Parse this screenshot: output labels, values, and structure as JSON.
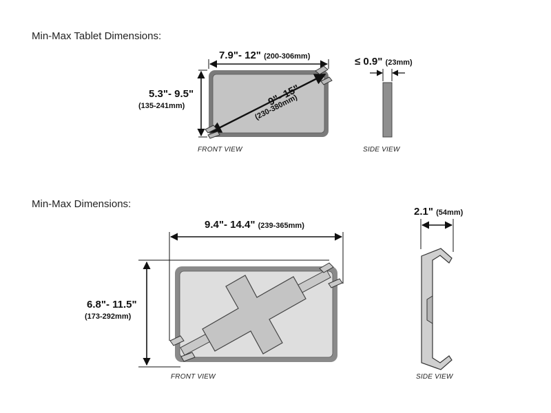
{
  "tablet_section": {
    "title": "Min-Max Tablet Dimensions:",
    "width_range": "7.9\"- 12\"",
    "width_mm": "(200-306mm)",
    "height_range": "5.3\"- 9.5\"",
    "height_mm": "(135-241mm)",
    "diagonal_range": "9\"- 15\"",
    "diagonal_mm": "(230-380mm)",
    "thickness_range": "≤ 0.9\"",
    "thickness_mm": "(23mm)",
    "front_view_label": "FRONT VIEW",
    "side_view_label": "SIDE VIEW"
  },
  "mount_section": {
    "title": "Min-Max Dimensions:",
    "width_range": "9.4\"- 14.4\"",
    "width_mm": "(239-365mm)",
    "height_range": "6.8\"- 11.5\"",
    "height_mm": "(173-292mm)",
    "depth_range": "2.1\"",
    "depth_mm": "(54mm)",
    "front_view_label": "FRONT VIEW",
    "side_view_label": "SIDE VIEW"
  },
  "colors": {
    "tablet_frame": "#7a7a7a",
    "tablet_screen": "#c4c4c4",
    "mount_fill": "#d0d0d0",
    "line": "#111111"
  }
}
